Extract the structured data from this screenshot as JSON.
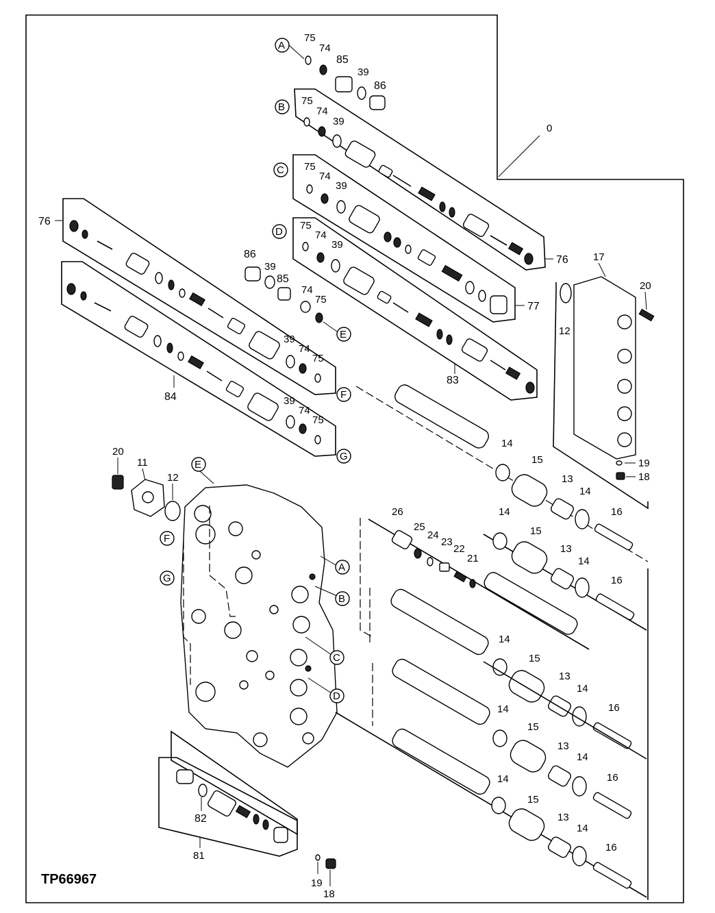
{
  "figure_id": "TP66967",
  "letters": [
    "A",
    "B",
    "C",
    "D",
    "E",
    "F",
    "G"
  ],
  "callouts": {
    "n0": "0",
    "n11": "11",
    "n12": "12",
    "n13": "13",
    "n14": "14",
    "n15": "15",
    "n16": "16",
    "n17": "17",
    "n18": "18",
    "n19": "19",
    "n20": "20",
    "n21": "21",
    "n22": "22",
    "n23": "23",
    "n24": "24",
    "n25": "25",
    "n26": "26",
    "n39": "39",
    "n74": "74",
    "n75": "75",
    "n76": "76",
    "n77": "77",
    "n81": "81",
    "n82": "82",
    "n83": "83",
    "n84": "84",
    "n85": "85",
    "n86": "86"
  }
}
